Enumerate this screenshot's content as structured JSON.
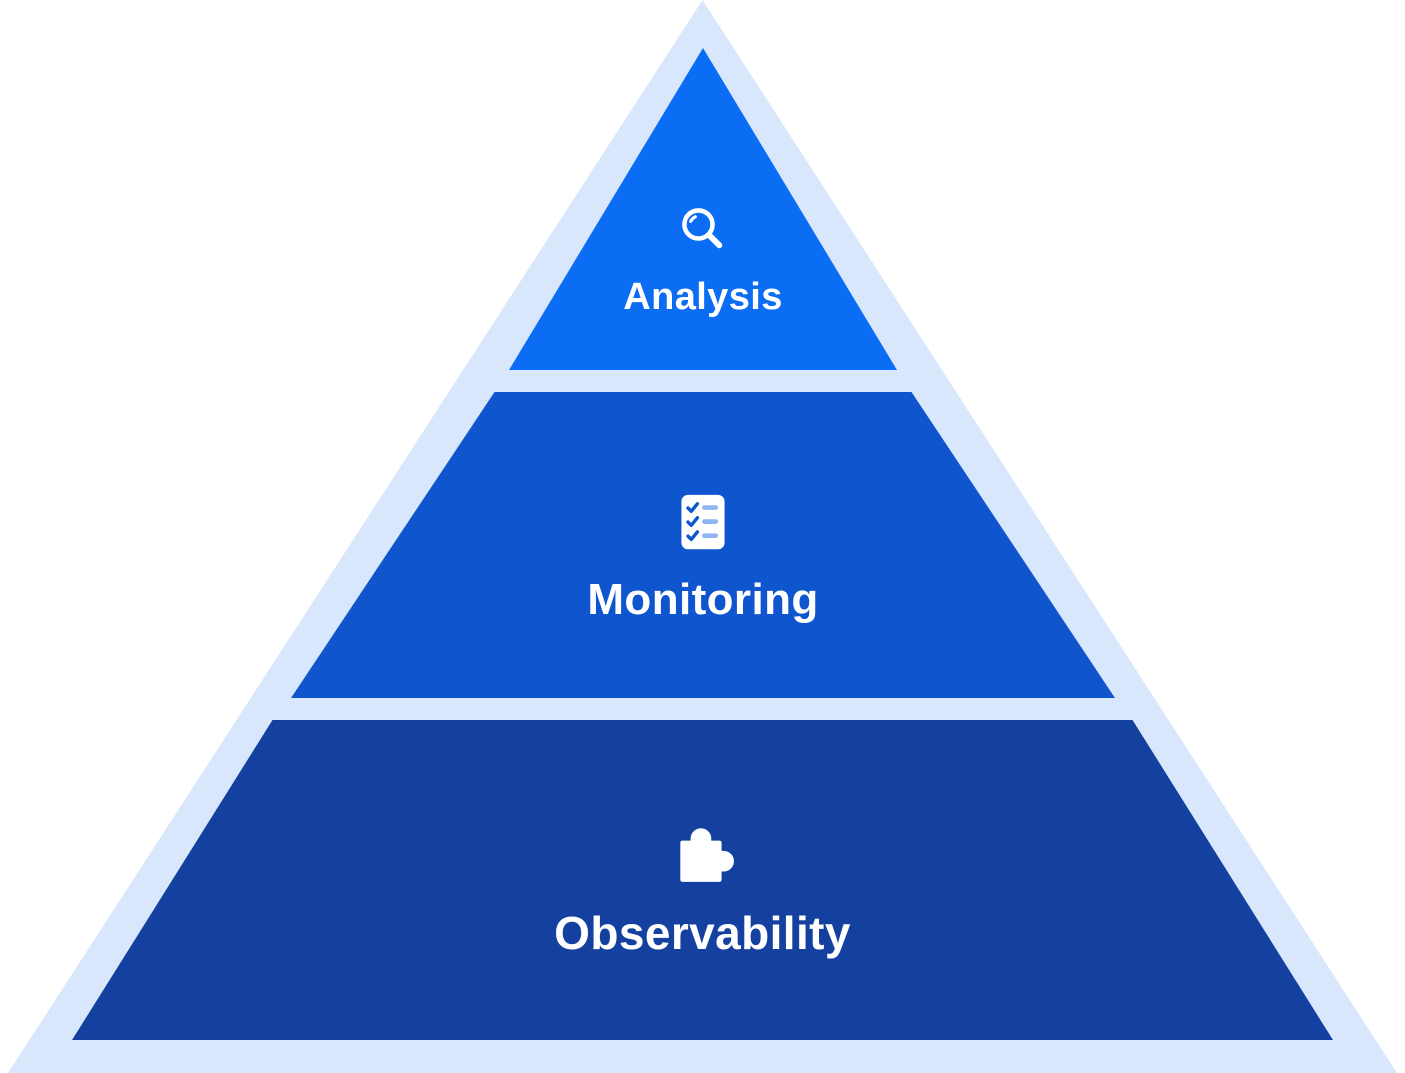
{
  "diagram": {
    "name": "observability-pyramid",
    "tiers": [
      {
        "label": "Analysis",
        "icon": "search-icon",
        "color": "#0b6cf4"
      },
      {
        "label": "Monitoring",
        "icon": "checklist-icon",
        "color": "#0e55ce"
      },
      {
        "label": "Observability",
        "icon": "puzzle-icon",
        "color": "#14419f"
      }
    ],
    "colors": {
      "outer_triangle": "#d9e7fc",
      "background": "#ffffff",
      "label_text": "#ffffff",
      "icon_fill": "#ffffff",
      "checklist_check": "#0e55ce",
      "checklist_line": "#8fb6f2"
    }
  }
}
